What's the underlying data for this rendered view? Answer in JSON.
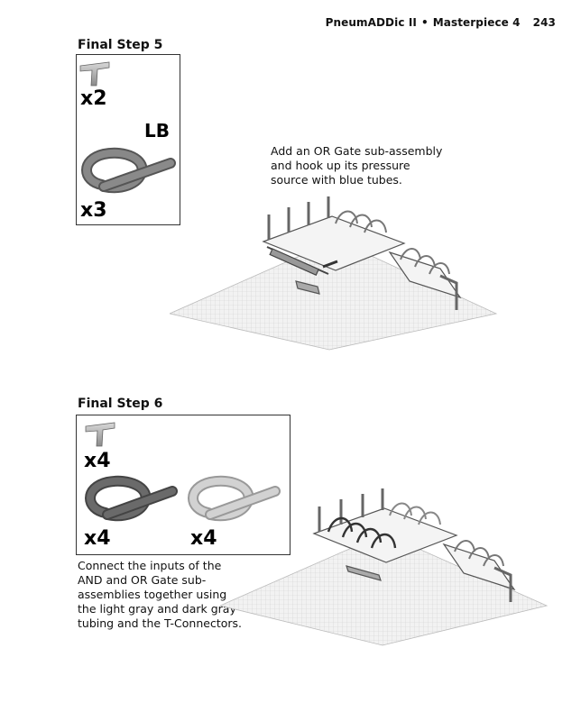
{
  "header": {
    "book_title": "PneumADDic II",
    "separator": "•",
    "chapter": "Masterpiece 4",
    "page_number": "243"
  },
  "step5": {
    "title": "Final Step 5",
    "parts": [
      {
        "name": "T-Connector",
        "qty": "x2",
        "icon": "t-connector-icon"
      },
      {
        "name": "Tubing",
        "tag": "LB",
        "qty": "x3",
        "icon": "tube-coil-icon",
        "color": "#7a7a7a"
      }
    ],
    "instruction_lines": [
      "Add an OR Gate sub-assembly",
      "and hook up its pressure",
      "source with blue tubes."
    ]
  },
  "step6": {
    "title": "Final Step 6",
    "parts": [
      {
        "name": "T-Connector",
        "qty": "x4",
        "icon": "t-connector-icon"
      },
      {
        "name": "Dark gray tubing",
        "qty": "x4",
        "icon": "tube-coil-icon",
        "color": "#6a6a6a"
      },
      {
        "name": "Light gray tubing",
        "qty": "x4",
        "icon": "tube-coil-icon",
        "color": "#c4c4c4"
      }
    ],
    "instruction_lines": [
      "Connect the inputs of the",
      "AND and OR Gate sub-",
      "assemblies together using",
      "the light gray and dark gray",
      "tubing and the T-Connectors."
    ]
  }
}
